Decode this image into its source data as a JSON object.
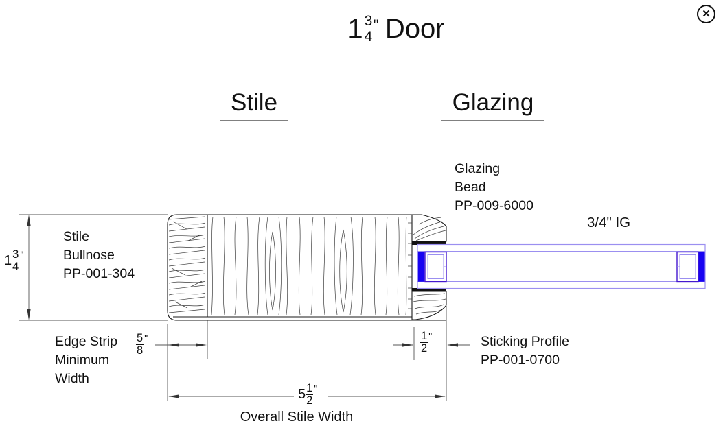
{
  "dialog": {
    "close_label": "×"
  },
  "title": {
    "whole": "1",
    "num": "3",
    "den": "4",
    "unit": "\"",
    "suffix": "Door"
  },
  "headers": {
    "stile": "Stile",
    "glazing": "Glazing"
  },
  "callouts": {
    "stile_bullnose": {
      "line1": "Stile",
      "line2": "Bullnose",
      "line3": "PP-001-304"
    },
    "glazing_bead": {
      "line1": "Glazing",
      "line2": "Bead",
      "line3": "PP-009-6000"
    },
    "ig": "3/4\" IG",
    "sticking_profile": {
      "line1": "Sticking Profile",
      "line2": "PP-001-0700"
    },
    "edge_strip": {
      "line1": "Edge Strip",
      "line2": "Minimum",
      "line3": "Width"
    },
    "overall_caption": "Overall Stile Width"
  },
  "dims": {
    "thickness": {
      "whole": "1",
      "num": "3",
      "den": "4",
      "unit": "\""
    },
    "edge_strip": {
      "num": "5",
      "den": "8",
      "unit": "\""
    },
    "sticking": {
      "num": "1",
      "den": "2",
      "unit": "\""
    },
    "overall": {
      "whole": "5",
      "num": "1",
      "den": "2",
      "unit": "\""
    }
  },
  "colors": {
    "line": "#1a1a1a",
    "dim_line": "#555555",
    "glass_outline": "#9b8ff0",
    "spacer_outline": "#4418cf",
    "glass_fill": "#1803f2"
  }
}
